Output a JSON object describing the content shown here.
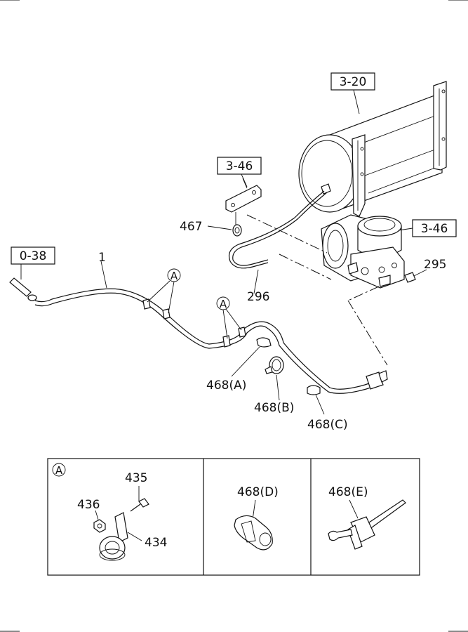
{
  "refs": {
    "tank_ref": "3-20",
    "bracket_ref": "3-46",
    "dryer_ref": "3-46",
    "hose_end_ref": "0-38"
  },
  "callouts": {
    "pipe": "1",
    "clip_467": "467",
    "hose_296": "296",
    "fitting_295": "295",
    "clip_a": "468(A)",
    "clip_b": "468(B)",
    "clip_c": "468(C)",
    "marker_a": "A"
  },
  "details": {
    "panel_a": {
      "marker": "A",
      "bolt": "435",
      "nut": "436",
      "clamp": "434"
    },
    "panel_d": {
      "clip": "468(D)"
    },
    "panel_e": {
      "tie": "468(E)"
    }
  }
}
